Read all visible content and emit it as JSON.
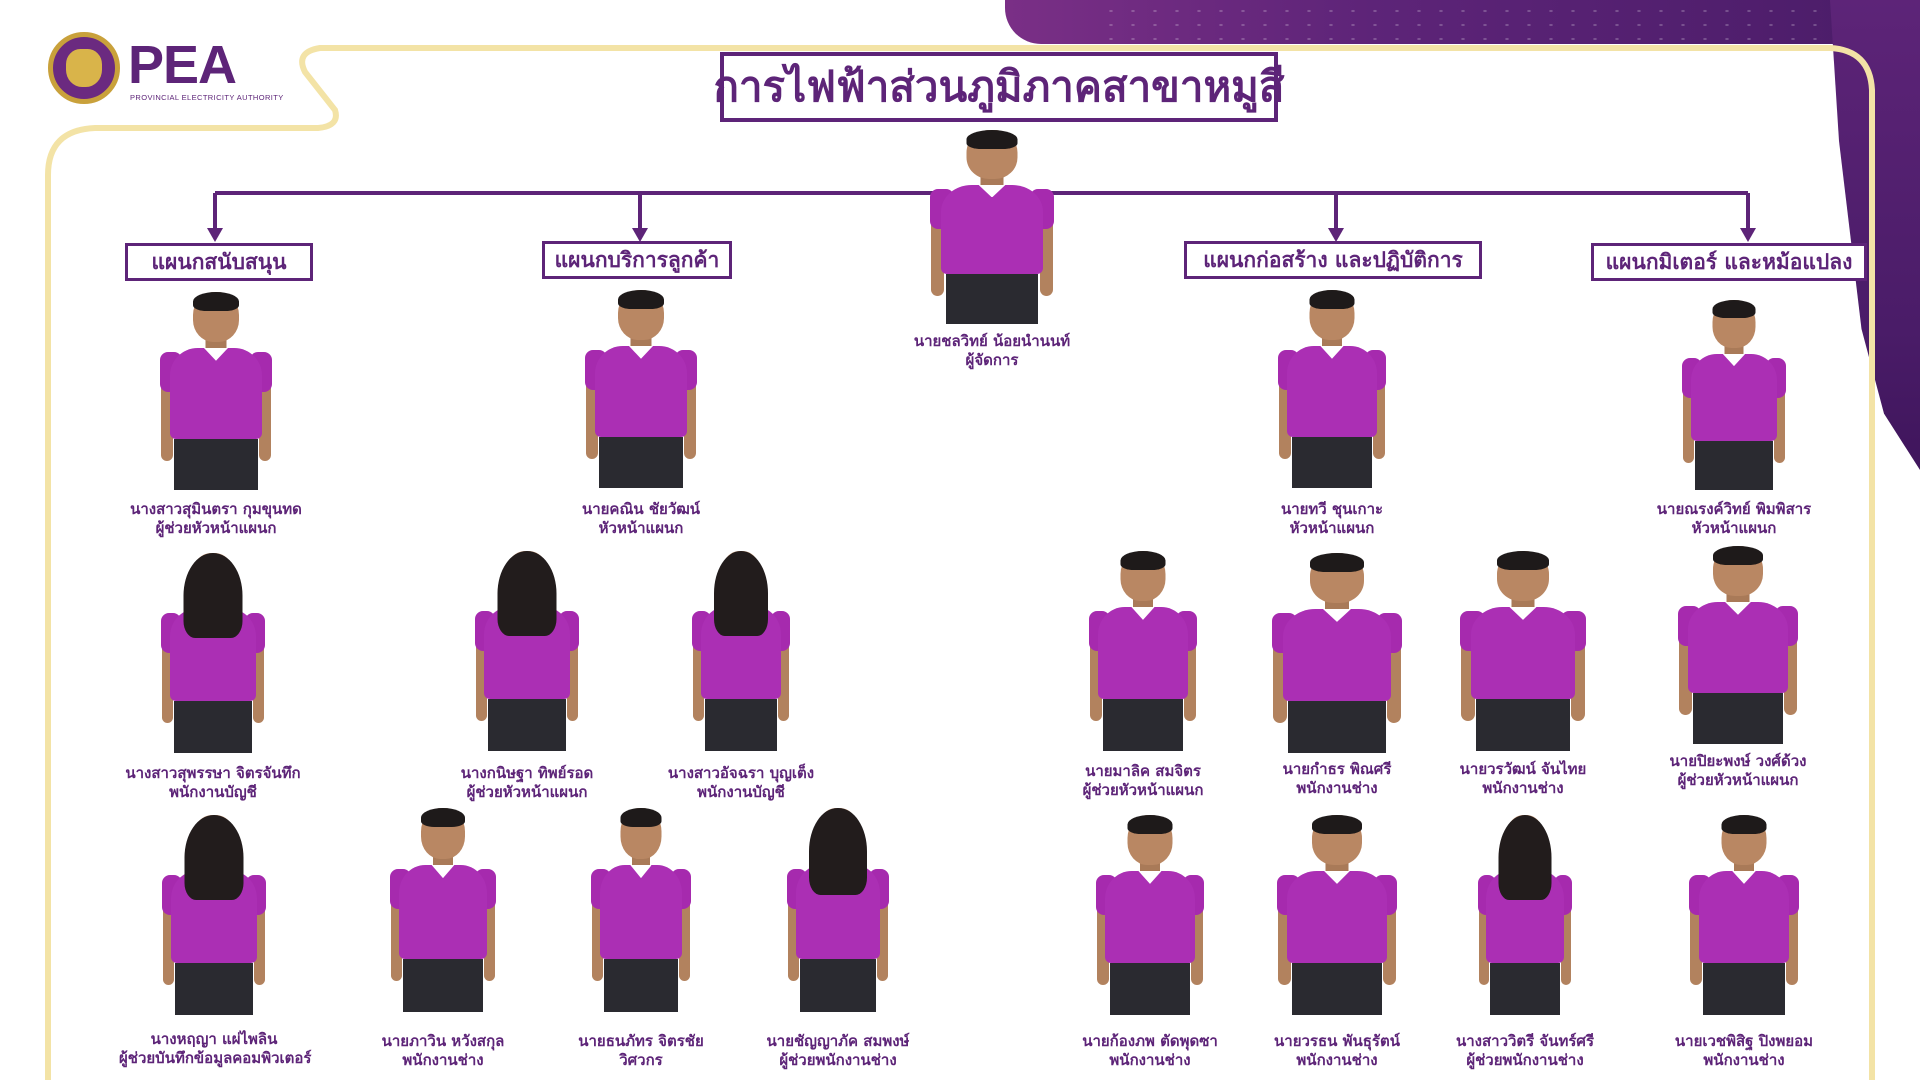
{
  "header": {
    "logo_text": "PEA",
    "logo_subtitle": "PROVINCIAL ELECTRICITY AUTHORITY",
    "title": "การไฟฟ้าส่วนภูมิภาคสาขาหมูสี"
  },
  "colors": {
    "brand": "#5d2478",
    "shirt": "#ab2fb4",
    "frame": "#f3e3a6"
  },
  "manager": {
    "name": "นายชลวิทย์ น้อยนำนนท์",
    "role": "ผู้จัดการ"
  },
  "departments": [
    {
      "title": "แผนกสนับสนุน",
      "people": [
        {
          "name": "นางสาวสุมินตรา กุมขุนทด",
          "role": "ผู้ช่วยหัวหน้าแผนก"
        },
        {
          "name": "นางสาวสุพรรษา จิตรจันทึก",
          "role": "พนักงานบัญชี"
        },
        {
          "name": "นางหฤญา แผ่ไพลิน",
          "role": "ผู้ช่วยบันทึกข้อมูลคอมพิวเตอร์"
        }
      ]
    },
    {
      "title": "แผนกบริการลูกค้า",
      "people": [
        {
          "name": "นายคณิน ชัยวัฒน์",
          "role": "หัวหน้าแผนก"
        },
        {
          "name": "นางกนิษฐา ทิพย์รอด",
          "role": "ผู้ช่วยหัวหน้าแผนก"
        },
        {
          "name": "นางสาวอัจฉรา บุญเต็ง",
          "role": "พนักงานบัญชี"
        },
        {
          "name": "นายภาวิน หวังสกุล",
          "role": "พนักงานช่าง"
        },
        {
          "name": "นายธนภัทร จิตรชัย",
          "role": "วิศวกร"
        },
        {
          "name": "นายชัญญาภัค สมพงษ์",
          "role": "ผู้ช่วยพนักงานช่าง"
        }
      ]
    },
    {
      "title": "แผนกก่อสร้าง และปฏิบัติการ",
      "people": [
        {
          "name": "นายทวี ชุนเกาะ",
          "role": "หัวหน้าแผนก"
        },
        {
          "name": "นายมาลิค สมจิตร",
          "role": "ผู้ช่วยหัวหน้าแผนก"
        },
        {
          "name": "นายกำธร พิณศรี",
          "role": "พนักงานช่าง"
        },
        {
          "name": "นายวรวัฒน์ จันไทย",
          "role": "พนักงานช่าง"
        },
        {
          "name": "นายก้องภพ ตัดพุดซา",
          "role": "พนักงานช่าง"
        },
        {
          "name": "นายวรธน พันธุรัตน์",
          "role": "พนักงานช่าง"
        },
        {
          "name": "นางสาววิตรี จันทร์ศรี",
          "role": "ผู้ช่วยพนักงานช่าง"
        }
      ]
    },
    {
      "title": "แผนกมิเตอร์ และหม้อแปลง",
      "people": [
        {
          "name": "นายณรงค์วิทย์ พิมพิสาร",
          "role": "หัวหน้าแผนก"
        },
        {
          "name": "นายปิยะพงษ์ วงศ์ด้วง",
          "role": "ผู้ช่วยหัวหน้าแผนก"
        },
        {
          "name": "นายเวชพิสิฐ ปิงพยอม",
          "role": "พนักงานช่าง"
        }
      ]
    }
  ]
}
